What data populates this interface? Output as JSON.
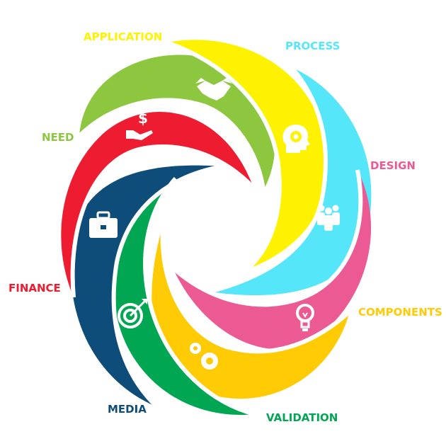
{
  "segments": [
    {
      "id": "application",
      "label": "APPLICATION",
      "color": "#8DC63F",
      "icon": "handshake-icon"
    },
    {
      "id": "process",
      "label": "PROCESS",
      "color": "#FFF200",
      "icon": "head-gear-icon"
    },
    {
      "id": "design",
      "label": "DESIGN",
      "color": "#55E6FA",
      "icon": "team-icon"
    },
    {
      "id": "components",
      "label": "COMPONENTS",
      "color": "#EC5A93",
      "icon": "lightbulb-icon"
    },
    {
      "id": "validation",
      "label": "VALIDATION",
      "color": "#FFCB05",
      "icon": "gears-icon"
    },
    {
      "id": "media",
      "label": "MEDIA",
      "color": "#00A651",
      "icon": "target-icon"
    },
    {
      "id": "finance",
      "label": "FINANCE",
      "color": "#0E4D7A",
      "icon": "briefcase-icon"
    },
    {
      "id": "need",
      "label": "NEED",
      "color": "#ED1C31",
      "icon": "money-hand-icon"
    }
  ],
  "label_colors": {
    "application": "#FFF200",
    "process": "#55E6FA",
    "design": "#EC5A93",
    "components": "#FFCB05",
    "validation": "#00A651",
    "media": "#0E4D7A",
    "finance": "#ED1C31",
    "need": "#8DC63F"
  },
  "icon_color": "#ffffff"
}
